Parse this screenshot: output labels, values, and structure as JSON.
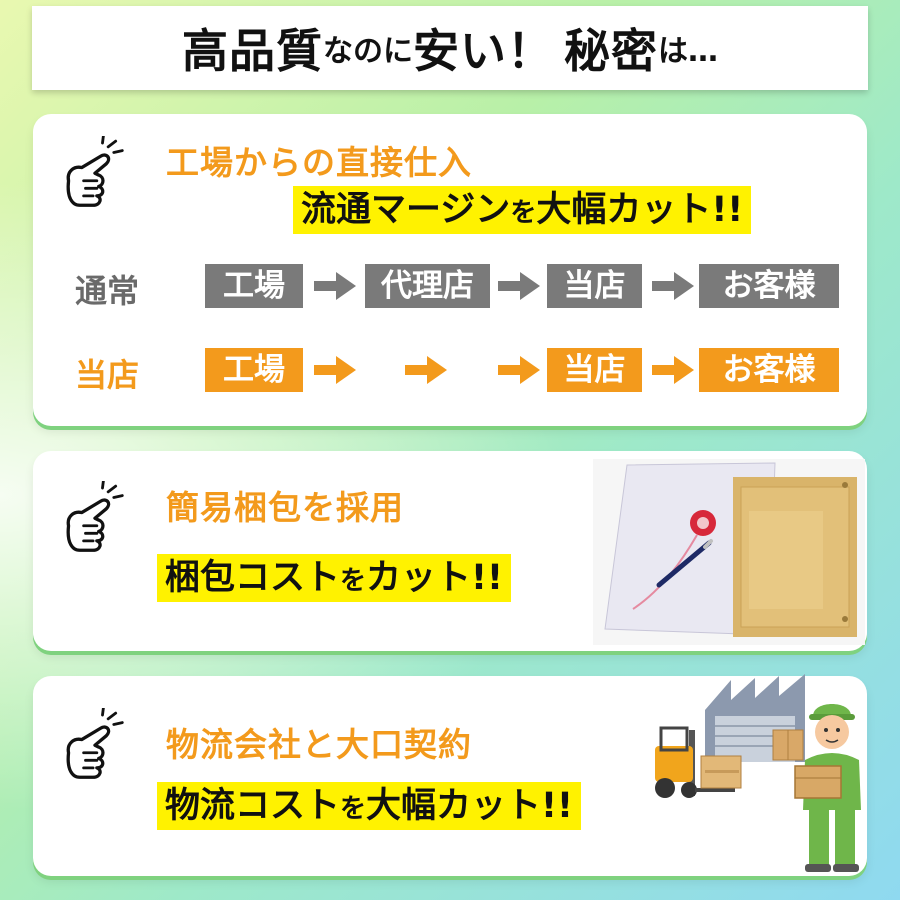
{
  "title": {
    "part1": "高品質",
    "part2": "なのに",
    "part3": "安い！",
    "part4": "秘密",
    "part5": "は…"
  },
  "colors": {
    "orange": "#f39a1c",
    "gray": "#7a7a7a",
    "highlight": "#fff200",
    "card_shadow": "#7fd27f"
  },
  "sections": [
    {
      "heading": "工場からの直接仕入",
      "highlight_a": "流通マージン",
      "highlight_b": "を",
      "highlight_c": "大幅カット!!",
      "icon": "pointing-hand-icon"
    },
    {
      "heading": "簡易梱包を採用",
      "highlight_a": "梱包コスト",
      "highlight_b": "を",
      "highlight_c": "カット!!",
      "icon": "pointing-hand-icon",
      "image": "simple-packaging-photo"
    },
    {
      "heading": "物流会社と大口契約",
      "highlight_a": "物流コスト",
      "highlight_b": "を",
      "highlight_c": "大幅カット!!",
      "icon": "pointing-hand-icon",
      "image": "logistics-worker-illustration"
    }
  ],
  "flow": {
    "normal_label": "通常",
    "normal_steps": [
      "工場",
      "代理店",
      "当店",
      "お客様"
    ],
    "ours_label": "当店",
    "ours_steps": [
      "工場",
      "当店",
      "お客様"
    ]
  }
}
